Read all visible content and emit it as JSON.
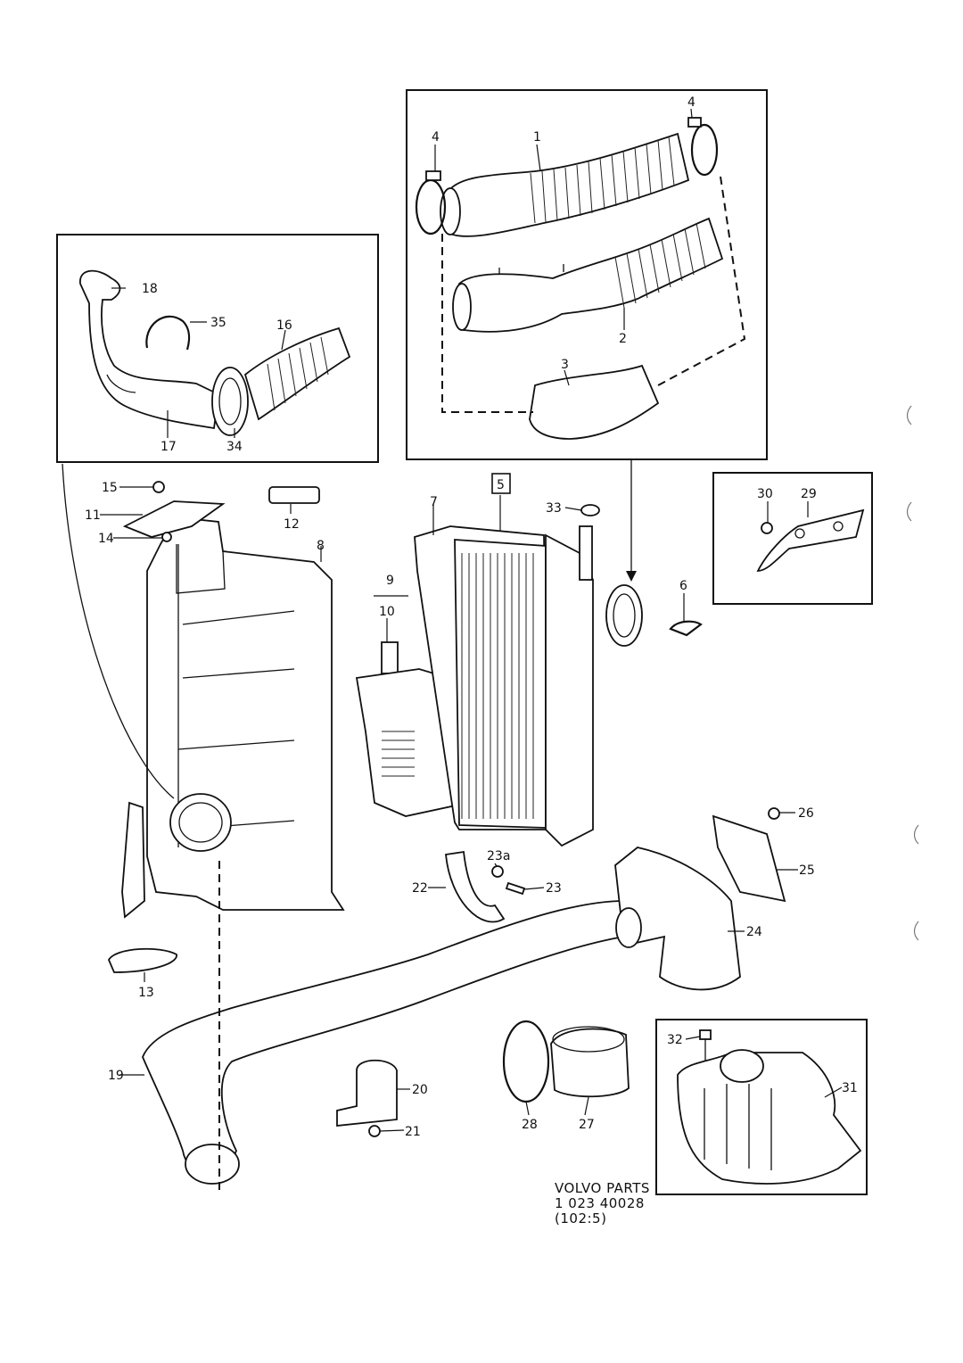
{
  "callouts": {
    "c1": "1",
    "c2": "2",
    "c3": "3",
    "c4a": "4",
    "c4b": "4",
    "c5": "5",
    "c6": "6",
    "c7": "7",
    "c8": "8",
    "c9": "9",
    "c10": "10",
    "c11": "11",
    "c12": "12",
    "c13": "13",
    "c14": "14",
    "c15": "15",
    "c16": "16",
    "c17": "17",
    "c18": "18",
    "c19": "19",
    "c20": "20",
    "c21": "21",
    "c22": "22",
    "c23": "23",
    "c23a": "23a",
    "c24": "24",
    "c25": "25",
    "c26": "26",
    "c27": "27",
    "c28": "28",
    "c29": "29",
    "c30": "30",
    "c31": "31",
    "c32": "32",
    "c33": "33",
    "c34": "34",
    "c35": "35"
  },
  "footer": {
    "line1": "VOLVO PARTS",
    "line2": "1 023 40028",
    "line3": "(102:5)"
  }
}
